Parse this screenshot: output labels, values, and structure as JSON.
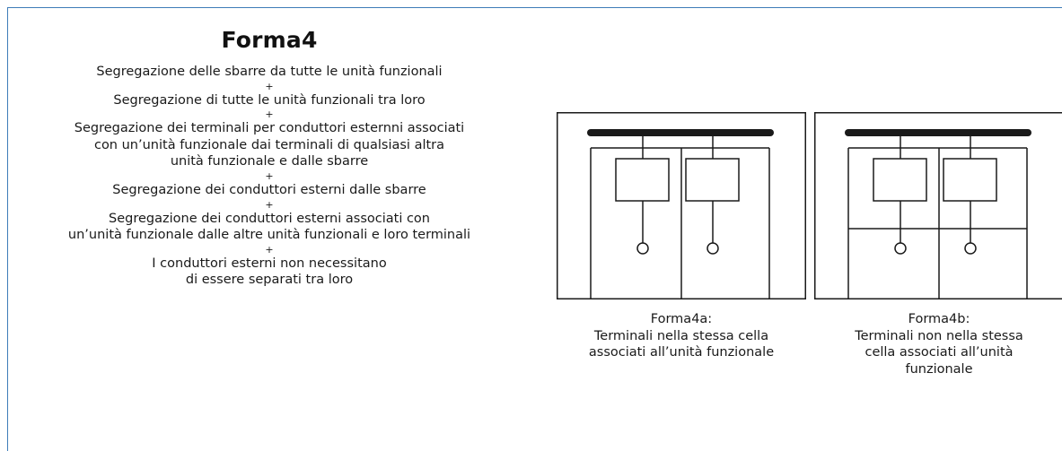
{
  "title": "Forma4",
  "requirements": [
    {
      "text": [
        "Segregazione delle sbarre da tutte le unità funzionali"
      ]
    },
    {
      "text": [
        "Segregazione di tutte le unità funzionali tra loro"
      ]
    },
    {
      "text": [
        "Segregazione dei terminali per conduttori esternni associati",
        "con un’unità funzionale dai terminali di qualsiasi altra",
        "unità funzionale e dalle sbarre"
      ]
    },
    {
      "text": [
        "Segregazione dei conduttori esterni dalle sbarre"
      ]
    },
    {
      "text": [
        "Segregazione dei conduttori esterni associati con",
        "un’unità funzionale dalle altre unità funzionali e loro terminali"
      ]
    },
    {
      "text": [
        "I conduttori esterni non necessitano",
        "di essere separati tra loro"
      ]
    }
  ],
  "separator": "+",
  "figures": [
    {
      "id": "fig-a",
      "variant": "4a",
      "caption": [
        "Forma4a:",
        "Terminali nella stessa cella",
        "associati all’unità funzionale"
      ]
    },
    {
      "id": "fig-b",
      "variant": "4b",
      "caption": [
        "Forma4b:",
        "Terminali non nella stessa",
        "cella associati all’unità",
        "funzionale"
      ]
    }
  ],
  "colors": {
    "frame": "#3d7cb8",
    "line": "#1a1a1a"
  }
}
